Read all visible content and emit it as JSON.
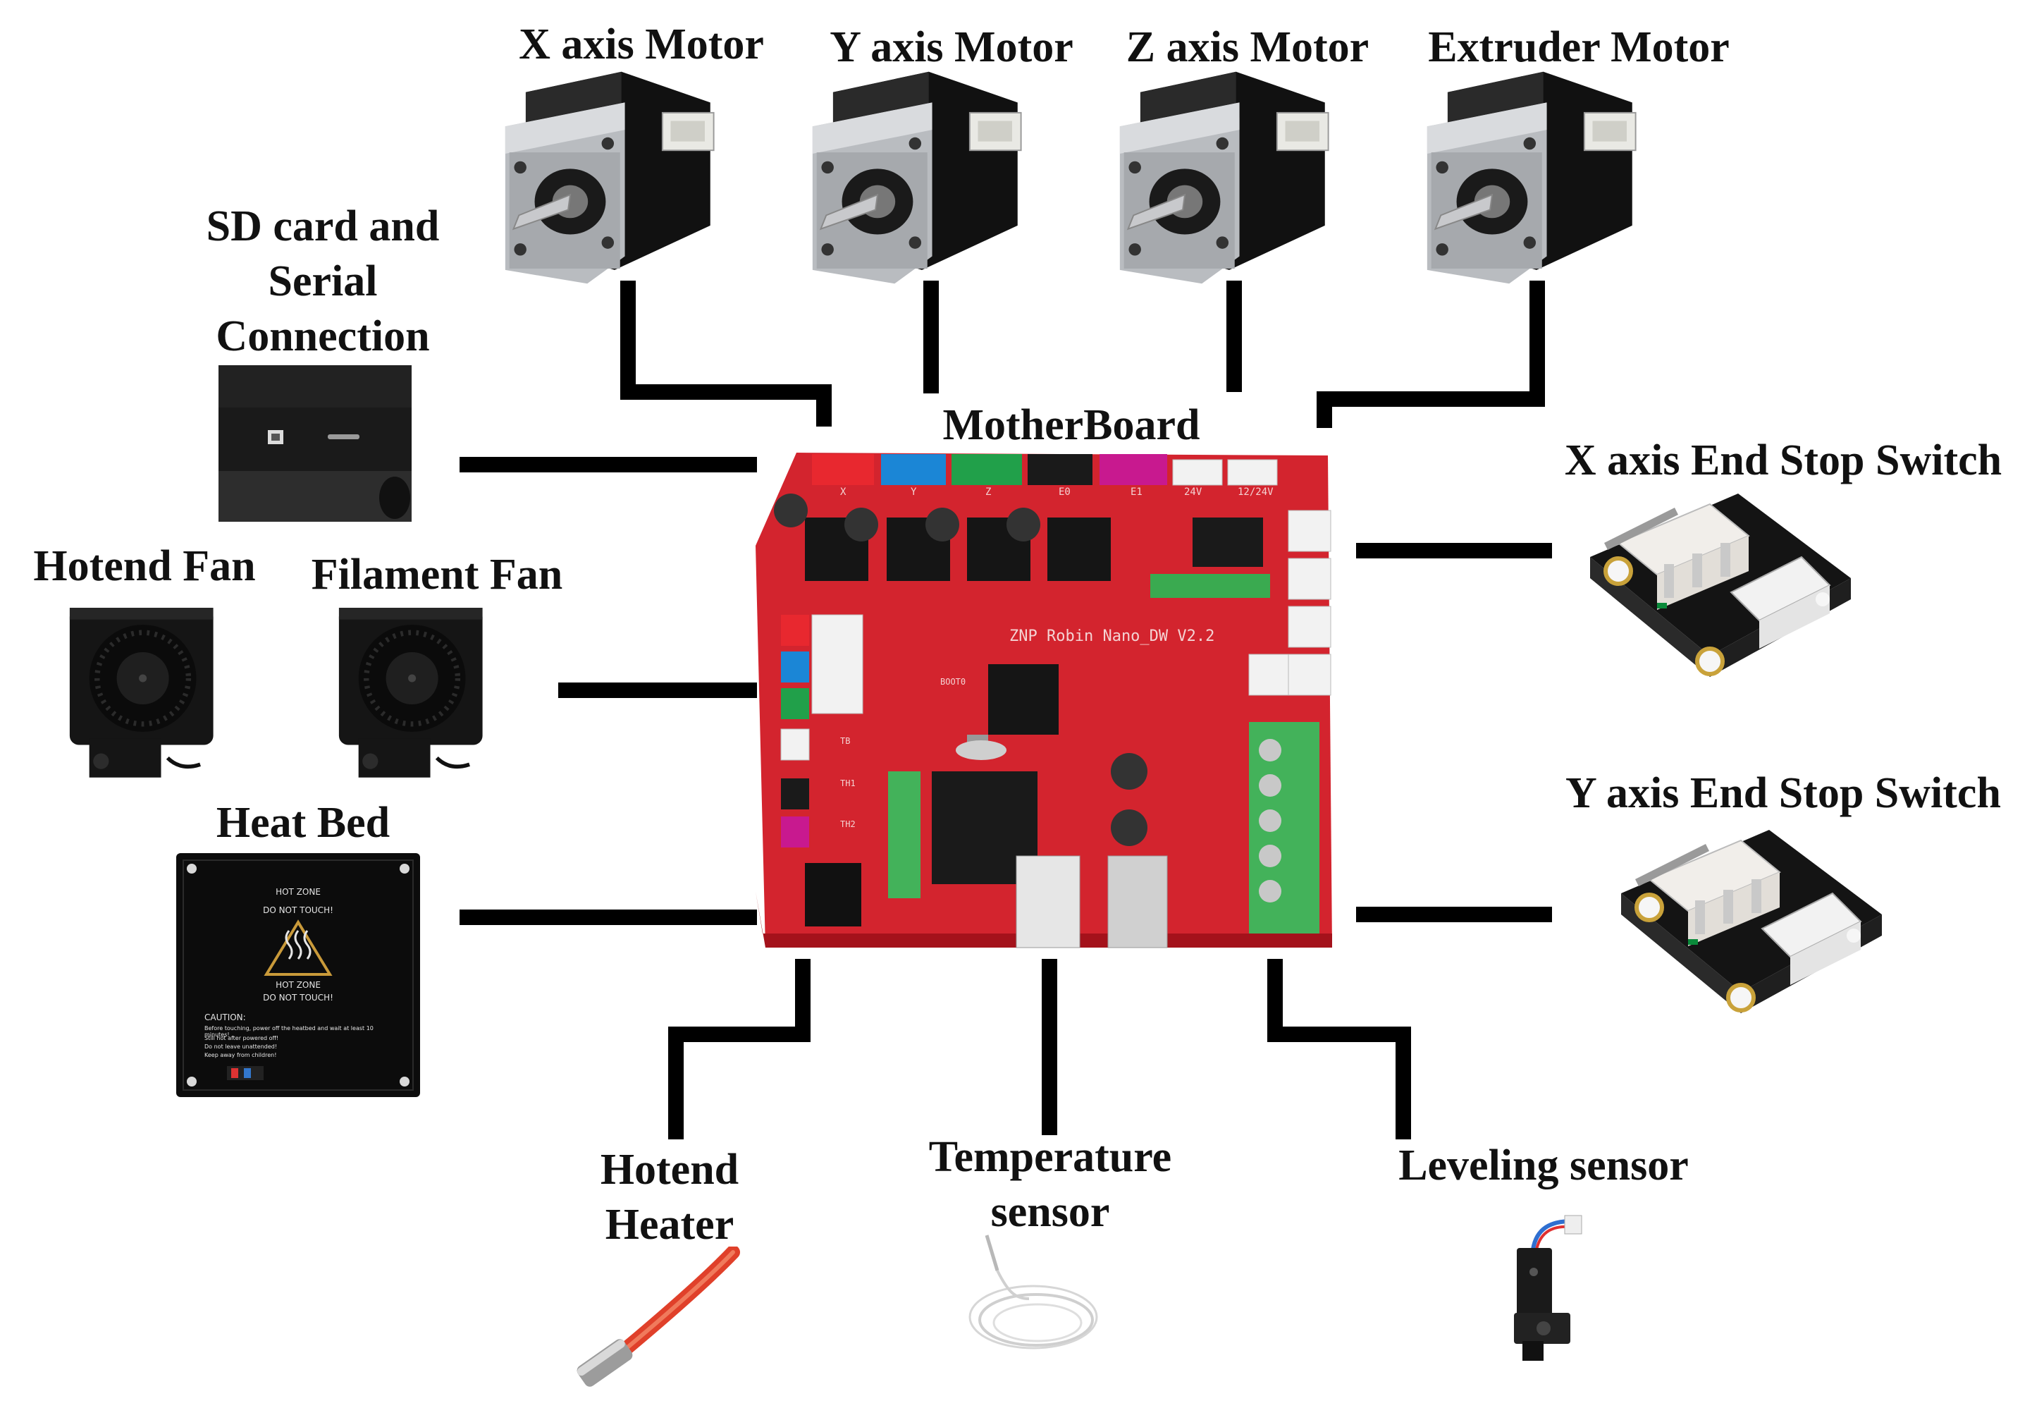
{
  "labels": {
    "x_motor": "X axis Motor",
    "y_motor": "Y axis Motor",
    "z_motor": "Z axis Motor",
    "extruder_motor": "Extruder Motor",
    "sd_card": "SD card and Serial Connection",
    "hotend_fan": "Hotend Fan",
    "filament_fan": "Filament Fan",
    "heat_bed": "Heat Bed",
    "motherboard": "MotherBoard",
    "x_endstop": "X axis End Stop Switch",
    "y_endstop": "Y axis End Stop Switch",
    "hotend_heater": "Hotend Heater",
    "temperature_sensor": "Temperature sensor",
    "leveling_sensor": "Leveling sensor"
  },
  "board_text": {
    "model": "ZNP Robin Nano_DW V2.2",
    "header_x": "X",
    "header_y": "Y",
    "header_z": "Z",
    "header_e0": "E0",
    "header_e1": "E1",
    "power_24v": "24V",
    "power_12v": "12/24V",
    "boot": "BOOT0",
    "tb": "TB",
    "th1": "TH1",
    "th2": "TH2"
  },
  "heat_bed_text": {
    "line1": "HOT ZONE",
    "line2": "DO NOT TOUCH!",
    "line3": "HOT ZONE",
    "line4": "DO NOT TOUCH!",
    "caution": "CAUTION:",
    "c1": "Before touching, power off the heatbed and wait at least 10 minutes!",
    "c2": "Still hot after powered off!",
    "c3": "Do not leave unattended!",
    "c4": "Keep away from children!"
  },
  "colors": {
    "board": "#d3242e",
    "wire": "#000000",
    "header_red": "#e8282f",
    "header_blue": "#1b86d6",
    "header_green": "#21a04a",
    "header_black": "#1a1a1a",
    "header_magenta": "#c8198f",
    "terminal_green": "#43b25a",
    "heater_red": "#e0402a"
  }
}
